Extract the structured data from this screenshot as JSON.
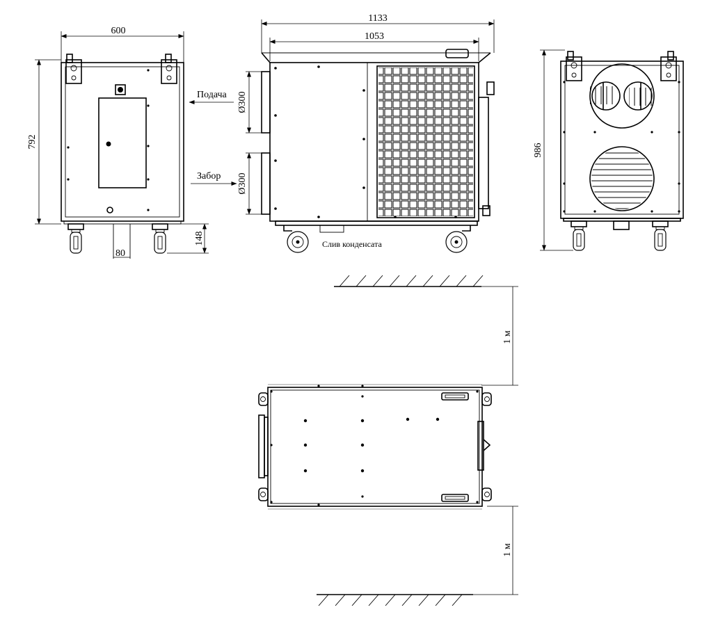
{
  "dimensions": {
    "front_width": "600",
    "front_height": "792",
    "wheel_height": "148",
    "drain_width": "80",
    "overall_length": "1133",
    "body_length": "1053",
    "supply_diameter": "Ø300",
    "intake_diameter": "Ø300",
    "back_height": "986",
    "clearance_top": "1 м",
    "clearance_bottom": "1 м"
  },
  "labels": {
    "supply": "Подача",
    "intake": "Забор",
    "condensate_drain": "Слив конденсата"
  }
}
